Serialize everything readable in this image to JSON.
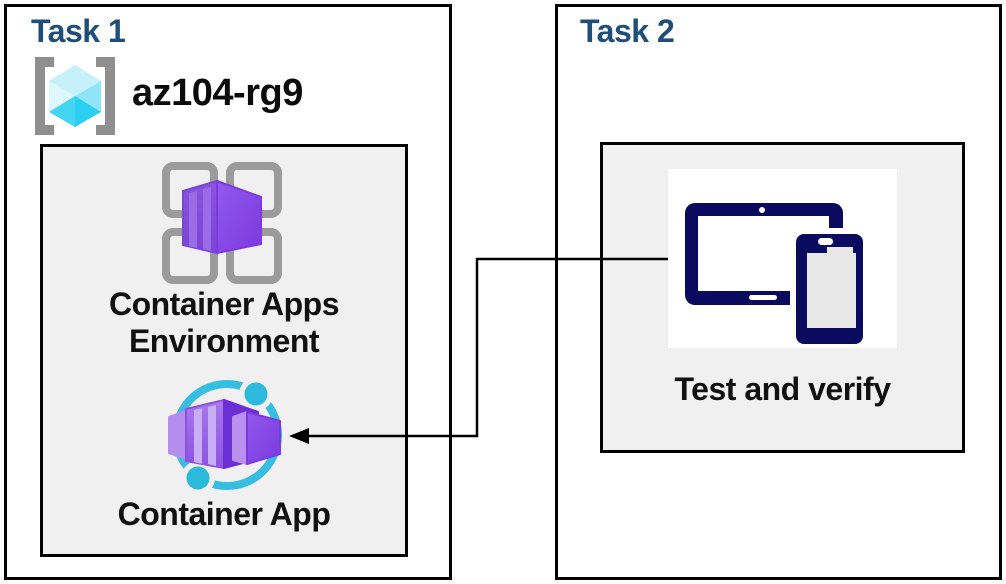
{
  "task1": {
    "title": "Task 1",
    "resource_group": {
      "icon": "resource-group-icon",
      "name": "az104-rg9"
    },
    "environment_box": {
      "environment_icon": "container-apps-environment-icon",
      "environment_label_line1": "Container Apps",
      "environment_label_line2": "Environment",
      "app_icon": "container-app-icon",
      "app_label": "Container App"
    }
  },
  "task2": {
    "title": "Task 2",
    "verify_box": {
      "device_icon": "tablet-and-phone-icon",
      "label": "Test and verify"
    }
  },
  "connector": {
    "style": "elbow-arrow",
    "from": "verify_box",
    "to": "container_app"
  },
  "colors": {
    "heading_blue": "#1F4E79",
    "label_text": "#111111",
    "inner_box_bg": "#F0F0F0",
    "box_border": "#000000",
    "device_navy": "#0A0A5E",
    "accent_cyan": "#35BEE0",
    "cube_cyan": "#2BCFF2",
    "purple_light": "#9A6CE6",
    "purple_mid": "#8F55EC",
    "purple_dark": "#7C39DF",
    "bracket_gray": "#8F8F8F",
    "grid_gray": "#9B9B9B"
  }
}
